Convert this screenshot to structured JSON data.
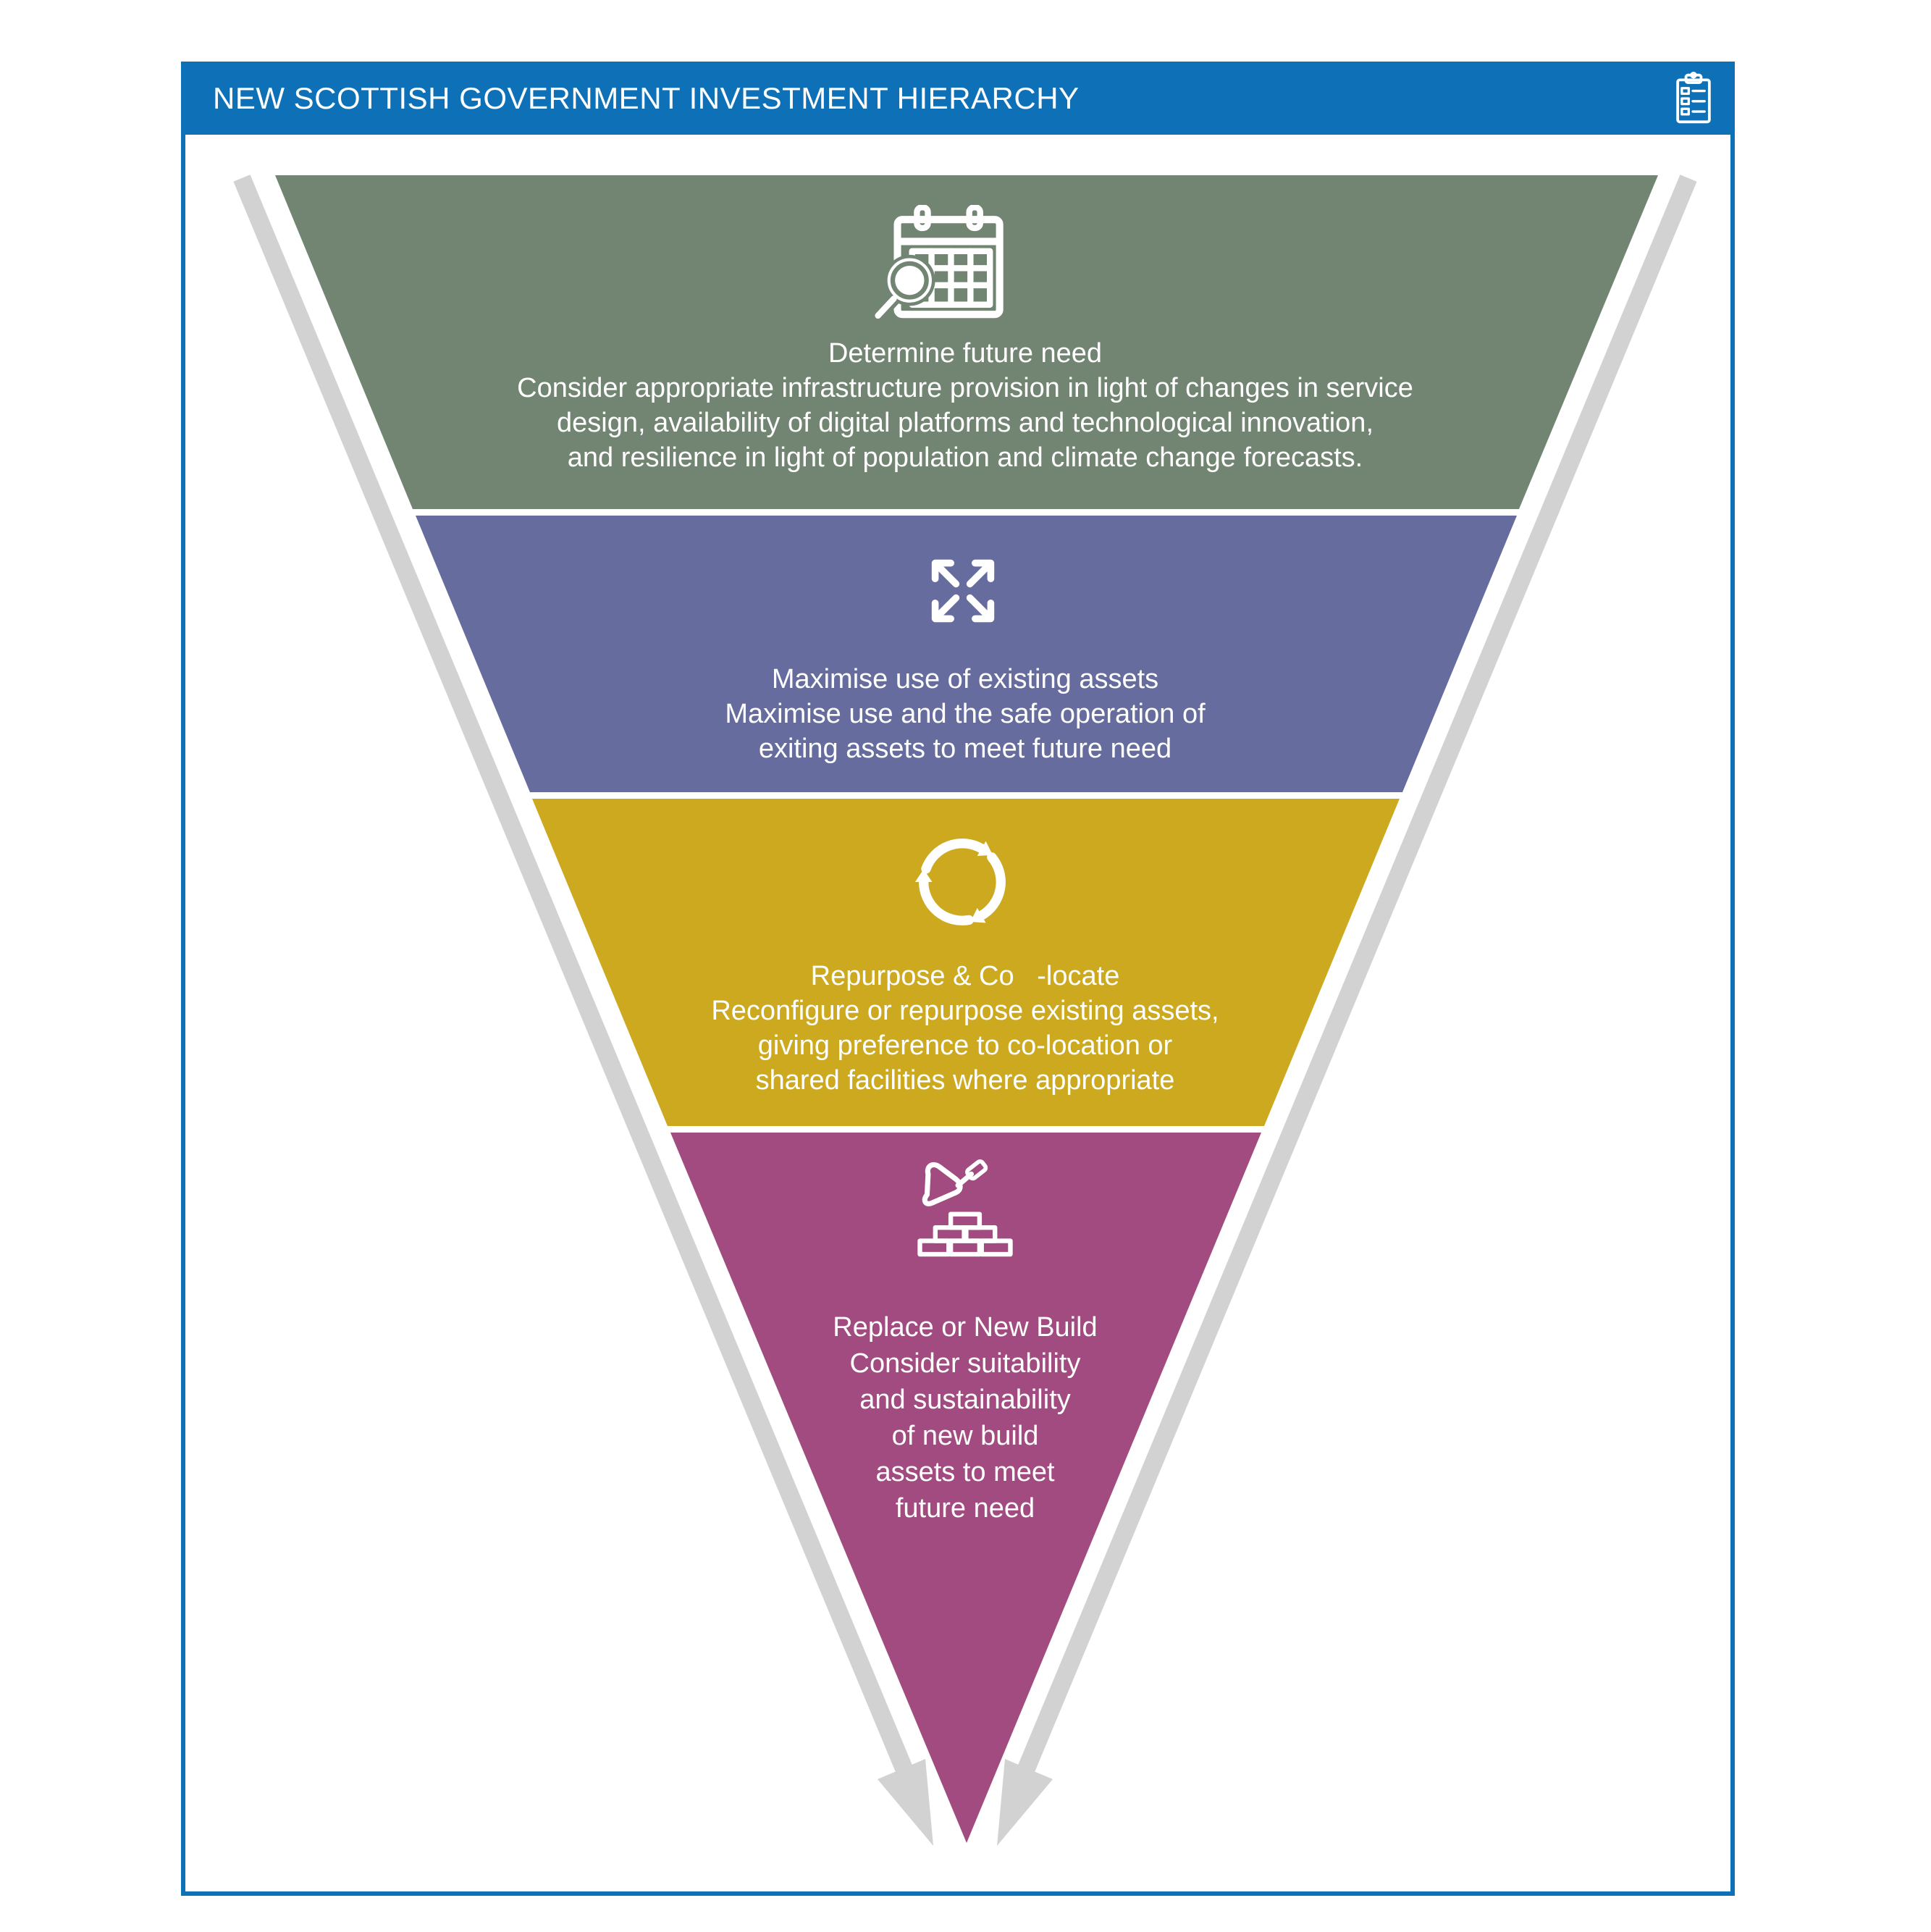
{
  "header": {
    "title": "NEW SCOTTISH GOVERNMENT INVESTMENT HIERARCHY",
    "icon": "clipboard-icon",
    "bar_color": "#0e71b8",
    "text_color": "#ffffff"
  },
  "frame": {
    "border_color": "#0e71b8",
    "background_color": "#ffffff"
  },
  "arrows": {
    "color": "#d2d2d2",
    "direction": "downward along both sides of funnel"
  },
  "funnel": {
    "text_color": "#ffffff",
    "tiers": [
      {
        "id": "determine-future-need",
        "color": "#718572",
        "icon": "calendar-search-icon",
        "title": "Determine future need",
        "body": "Consider appropriate infrastructure provision in light of changes in service\ndesign, availability of digital platforms and technological innovation,\nand resilience in light of population and climate change forecasts."
      },
      {
        "id": "maximise-use-of-existing-assets",
        "color": "#666c9e",
        "icon": "expand-arrows-icon",
        "title": "Maximise use of existing assets",
        "body": "Maximise use and the safe operation of\nexiting assets to meet future need"
      },
      {
        "id": "repurpose-co-locate",
        "color": "#cca91e",
        "icon": "recycle-icon",
        "title": "Repurpose & Co   -locate",
        "body": "Reconfigure or repurpose existing assets,\ngiving preference to co-location or\nshared facilities where appropriate"
      },
      {
        "id": "replace-or-new-build",
        "color": "#a24b80",
        "icon": "trowel-bricks-icon",
        "title": "Replace or New Build",
        "body": "Consider suitability\nand sustainability\nof new build\nassets to meet\nfuture need"
      }
    ]
  }
}
